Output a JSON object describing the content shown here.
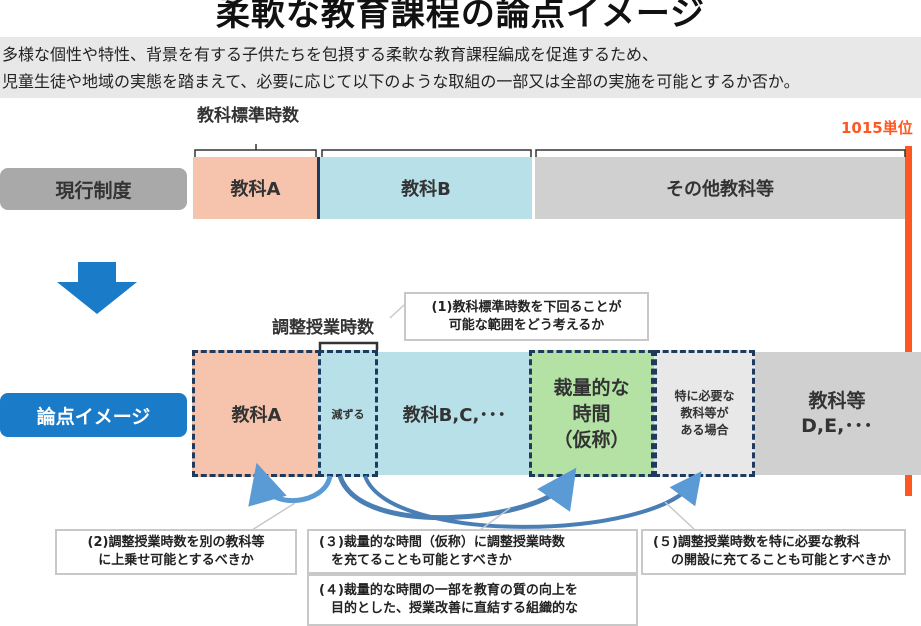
{
  "title": "柔軟な教育課程の論点イメージ",
  "intro": {
    "line1": "多様な個性や特性、背景を有する子供たちを包摂する柔軟な教育課程編成を促進するため、",
    "line2": "児童生徒や地域の実態を踏まえて、必要に応じて以下のような取組の一部又は全部の実施を可能とするか否か。"
  },
  "colors": {
    "subject_a": "#f6c4ad",
    "subject_b": "#b8e0e8",
    "other": "#d0d0d0",
    "discretionary": "#b3e2a4",
    "special": "#e8e8e8",
    "limit_bar": "#ff5722",
    "current_pill": "#a9a9a9",
    "issue_pill": "#1a7bc8",
    "dashed_border": "#1f3a5f",
    "arrow": "#5b9bd5"
  },
  "current": {
    "label": "現行制度",
    "standard_hours_label": "教科標準時数",
    "limit_label": "1015単位",
    "segments": [
      "教科A",
      "教科B",
      "その他教科等"
    ]
  },
  "issue": {
    "label": "論点イメージ",
    "adjust_label": "調整授業時数",
    "segments": {
      "subject_a": "教科A",
      "reduce": "減ずる",
      "subject_bc": "教科B,C,･･･",
      "discretionary_line1": "裁量的な",
      "discretionary_line2": "時間",
      "discretionary_line3": "（仮称）",
      "special_line1": "特に必要な",
      "special_line2": "教科等が",
      "special_line3": "ある場合",
      "others_line1": "教科等",
      "others_line2": "D,E,･･･"
    }
  },
  "callouts": {
    "c1": {
      "line1": "(1)教科標準時数を下回ることが",
      "line2": "可能な範囲をどう考えるか"
    },
    "c2": {
      "line1": "(2)調整授業時数を別の教科等",
      "line2": "に上乗せ可能とするべきか"
    },
    "c3": {
      "line1": "(３)裁量的な時間（仮称）に調整授業時数",
      "line2": "を充てることも可能とすべきか"
    },
    "c4": {
      "line1": "(４)裁量的な時間の一部を教育の質の向上を",
      "line2": "目的とした、授業改善に直結する組織的な"
    },
    "c5": {
      "line1": "(５)調整授業時数を特に必要な教科",
      "line2": "の開設に充てることも可能とすべきか"
    }
  }
}
